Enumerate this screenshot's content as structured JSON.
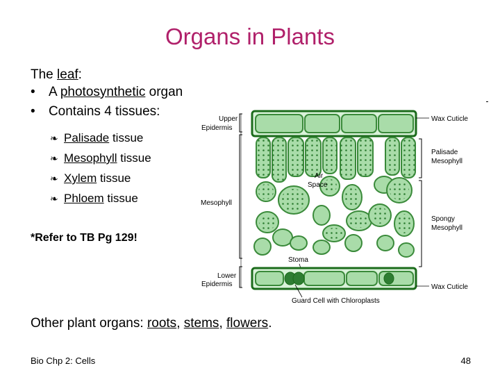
{
  "title": "Organs in Plants",
  "intro": {
    "prefix": "The ",
    "word": "leaf",
    "suffix": ":"
  },
  "bullets": [
    {
      "prefix": "A ",
      "word": "photosynthetic",
      "suffix": " organ"
    },
    {
      "prefix": "Contains 4 tissues:",
      "word": "",
      "suffix": ""
    }
  ],
  "tissues": [
    {
      "name": "Palisade",
      "suffix": " tissue"
    },
    {
      "name": "Mesophyll",
      "suffix": " tissue"
    },
    {
      "name": "Xylem",
      "suffix": " tissue"
    },
    {
      "name": "Phloem",
      "suffix": " tissue"
    }
  ],
  "note": "*Refer to TB Pg 129!",
  "other": {
    "prefix": "Other plant organs: ",
    "items": [
      "roots",
      "stems",
      "flowers"
    ],
    "sep1": ", ",
    "sep2": ", ",
    "end": "."
  },
  "footer": {
    "left": "Bio Chp 2: Cells",
    "right": "48"
  },
  "diagram": {
    "labels": {
      "upper_epidermis_1": "Upper",
      "upper_epidermis_2": "Epidermis",
      "mesophyll": "Mesophyll",
      "lower_epidermis_1": "Lower",
      "lower_epidermis_2": "Epidermis",
      "air_space_1": "Air",
      "air_space_2": "Space",
      "stoma": "Stoma",
      "guard_cell": "Guard Cell with Chloroplasts",
      "wax_cuticle_top": "Wax Cuticle",
      "palisade_1": "Palisade",
      "palisade_2": "Mesophyll",
      "spongy_1": "Spongy",
      "spongy_2": "Mesophyll",
      "wax_cuticle_bottom": "Wax Cuticle"
    },
    "colors": {
      "cell_fill": "#a9dca9",
      "cell_stroke": "#3a8a3a",
      "chloroplast": "#2e7d32",
      "cuticle": "#1b6b1b"
    }
  }
}
